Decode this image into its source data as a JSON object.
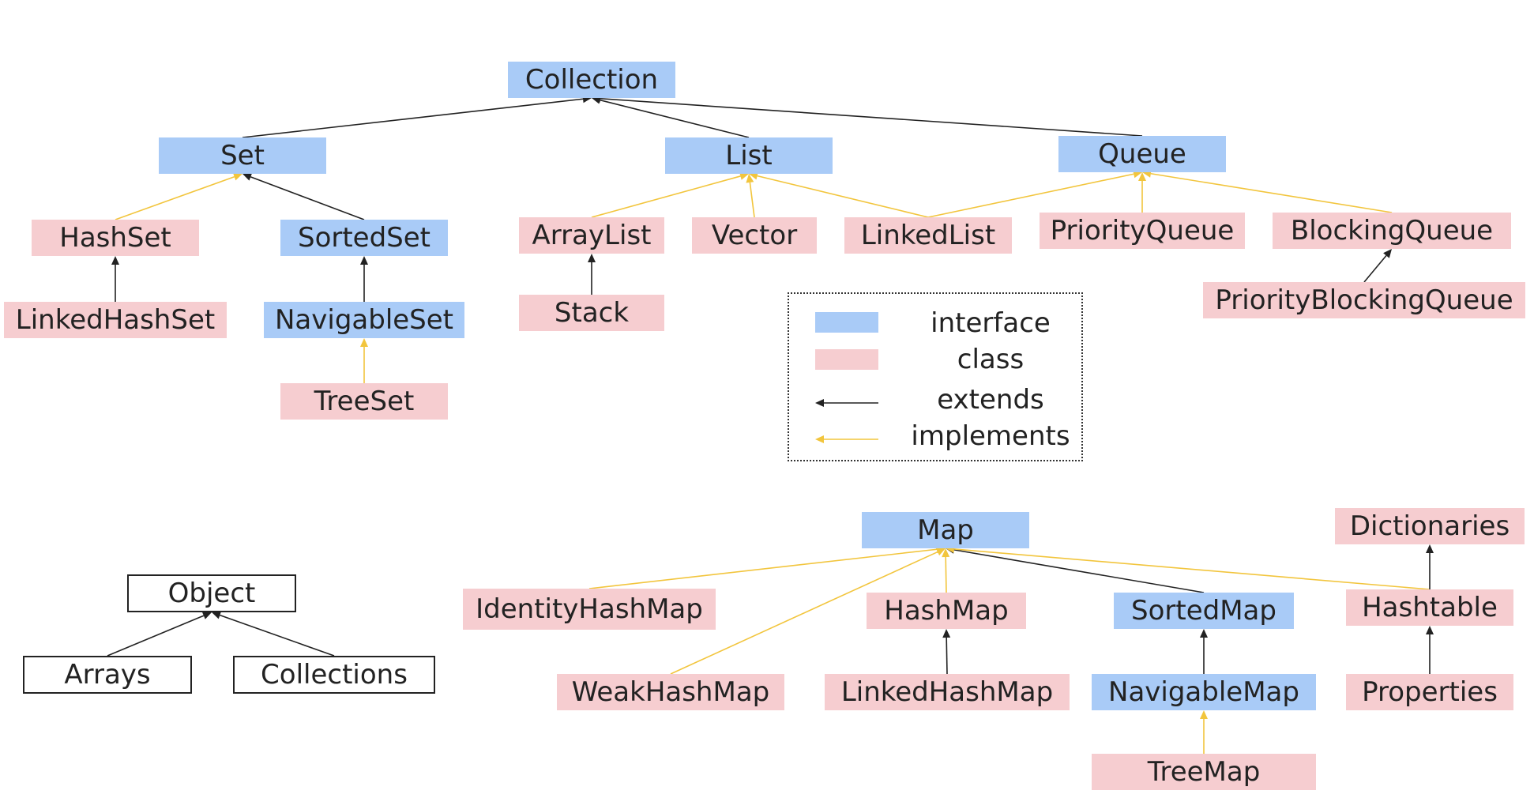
{
  "colors": {
    "interface": "#a9cbf7",
    "class": "#f6cdd0",
    "extends": "#222222",
    "implements": "#f2c53d"
  },
  "legend": {
    "interface": "interface",
    "class": "class",
    "extends": "extends",
    "implements": "implements"
  },
  "nodes": {
    "collection": {
      "label": "Collection",
      "kind": "interface"
    },
    "set": {
      "label": "Set",
      "kind": "interface"
    },
    "list": {
      "label": "List",
      "kind": "interface"
    },
    "queue": {
      "label": "Queue",
      "kind": "interface"
    },
    "hashset": {
      "label": "HashSet",
      "kind": "class"
    },
    "sortedset": {
      "label": "SortedSet",
      "kind": "interface"
    },
    "linkedhashset": {
      "label": "LinkedHashSet",
      "kind": "class"
    },
    "navigableset": {
      "label": "NavigableSet",
      "kind": "interface"
    },
    "treeset": {
      "label": "TreeSet",
      "kind": "class"
    },
    "arraylist": {
      "label": "ArrayList",
      "kind": "class"
    },
    "vector": {
      "label": "Vector",
      "kind": "class"
    },
    "linkedlist": {
      "label": "LinkedList",
      "kind": "class"
    },
    "stack": {
      "label": "Stack",
      "kind": "class"
    },
    "priorityqueue": {
      "label": "PriorityQueue",
      "kind": "class"
    },
    "blockingqueue": {
      "label": "BlockingQueue",
      "kind": "class"
    },
    "priorityblockingqueue": {
      "label": "PriorityBlockingQueue",
      "kind": "class"
    },
    "map": {
      "label": "Map",
      "kind": "interface"
    },
    "identityhashmap": {
      "label": "IdentityHashMap",
      "kind": "class"
    },
    "weakhashmap": {
      "label": "WeakHashMap",
      "kind": "class"
    },
    "hashmap": {
      "label": "HashMap",
      "kind": "class"
    },
    "linkedhashmap": {
      "label": "LinkedHashMap",
      "kind": "class"
    },
    "sortedmap": {
      "label": "SortedMap",
      "kind": "interface"
    },
    "navigablemap": {
      "label": "NavigableMap",
      "kind": "interface"
    },
    "treemap": {
      "label": "TreeMap",
      "kind": "class"
    },
    "dictionaries": {
      "label": "Dictionaries",
      "kind": "class"
    },
    "hashtable": {
      "label": "Hashtable",
      "kind": "class"
    },
    "properties": {
      "label": "Properties",
      "kind": "class"
    },
    "object": {
      "label": "Object",
      "kind": "plain"
    },
    "arrays": {
      "label": "Arrays",
      "kind": "plain"
    },
    "collections": {
      "label": "Collections",
      "kind": "plain"
    }
  },
  "edges": [
    {
      "from": "set",
      "to": "collection",
      "type": "extends"
    },
    {
      "from": "list",
      "to": "collection",
      "type": "extends"
    },
    {
      "from": "queue",
      "to": "collection",
      "type": "extends"
    },
    {
      "from": "hashset",
      "to": "set",
      "type": "implements"
    },
    {
      "from": "sortedset",
      "to": "set",
      "type": "extends"
    },
    {
      "from": "linkedhashset",
      "to": "hashset",
      "type": "extends"
    },
    {
      "from": "navigableset",
      "to": "sortedset",
      "type": "extends"
    },
    {
      "from": "treeset",
      "to": "navigableset",
      "type": "implements"
    },
    {
      "from": "arraylist",
      "to": "list",
      "type": "implements"
    },
    {
      "from": "vector",
      "to": "list",
      "type": "implements"
    },
    {
      "from": "linkedlist",
      "to": "list",
      "type": "implements"
    },
    {
      "from": "linkedlist",
      "to": "queue",
      "type": "implements"
    },
    {
      "from": "stack",
      "to": "arraylist",
      "type": "extends"
    },
    {
      "from": "priorityqueue",
      "to": "queue",
      "type": "implements"
    },
    {
      "from": "blockingqueue",
      "to": "queue",
      "type": "implements"
    },
    {
      "from": "priorityblockingqueue",
      "to": "blockingqueue",
      "type": "extends"
    },
    {
      "from": "identityhashmap",
      "to": "map",
      "type": "implements"
    },
    {
      "from": "weakhashmap",
      "to": "map",
      "type": "implements"
    },
    {
      "from": "hashmap",
      "to": "map",
      "type": "implements"
    },
    {
      "from": "sortedmap",
      "to": "map",
      "type": "extends"
    },
    {
      "from": "hashtable",
      "to": "map",
      "type": "implements"
    },
    {
      "from": "linkedhashmap",
      "to": "hashmap",
      "type": "extends"
    },
    {
      "from": "navigablemap",
      "to": "sortedmap",
      "type": "extends"
    },
    {
      "from": "treemap",
      "to": "navigablemap",
      "type": "implements"
    },
    {
      "from": "hashtable",
      "to": "dictionaries",
      "type": "extends"
    },
    {
      "from": "properties",
      "to": "hashtable",
      "type": "extends"
    },
    {
      "from": "arrays",
      "to": "object",
      "type": "extends"
    },
    {
      "from": "collections",
      "to": "object",
      "type": "extends"
    }
  ]
}
